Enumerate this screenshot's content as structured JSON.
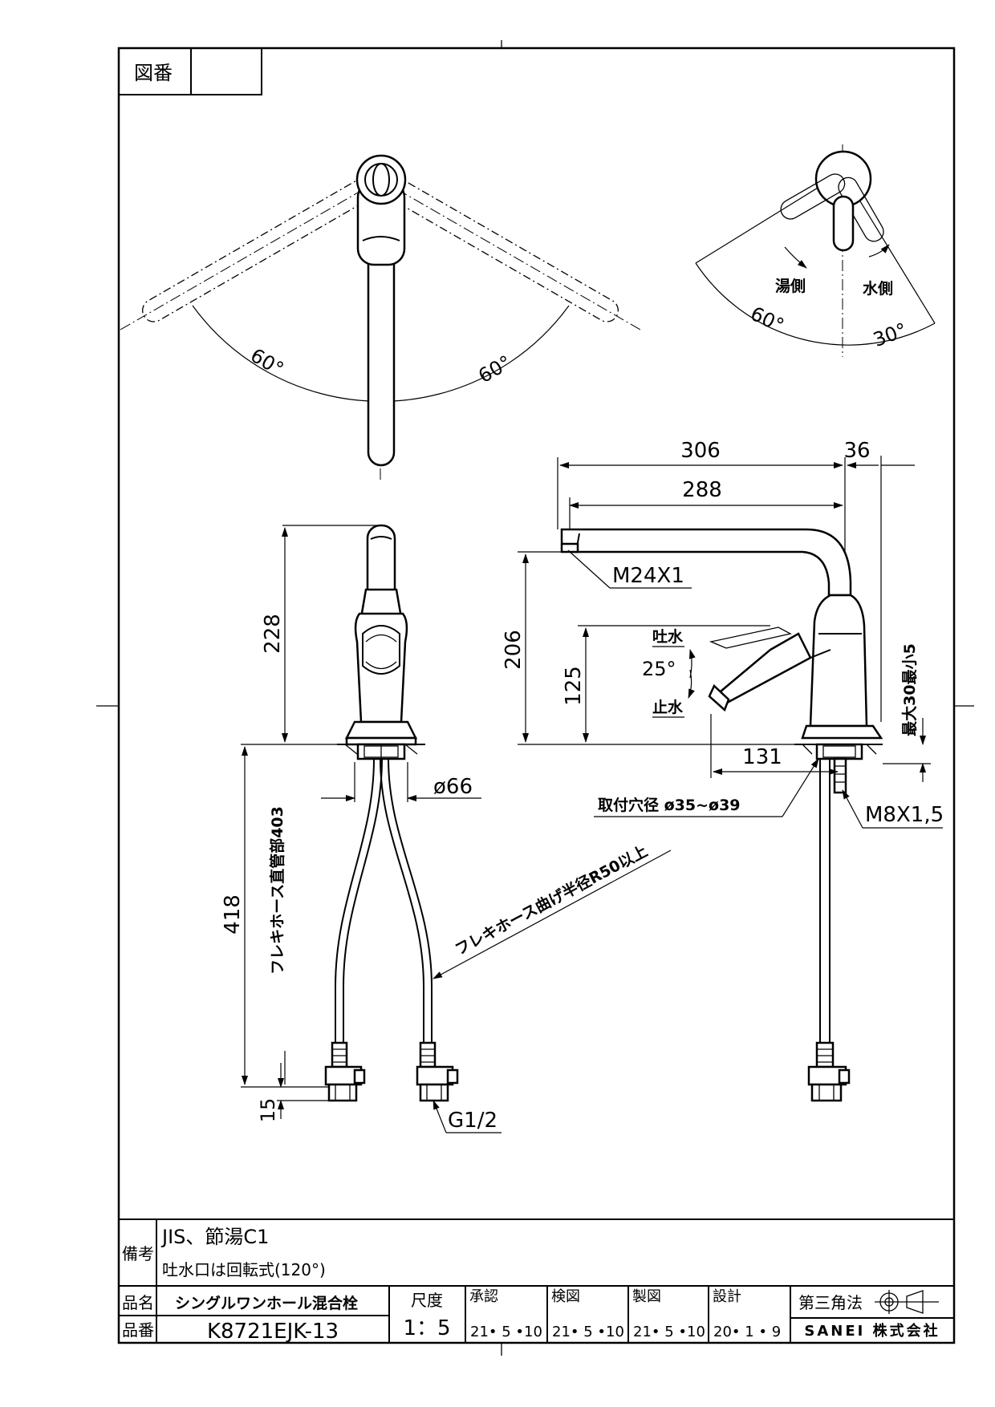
{
  "title_block": {
    "drawing_no_label": "図番",
    "drawing_no_value": "",
    "remarks_label": "備考",
    "remarks_line1": "JIS、節湯C1",
    "remarks_line2": "吐水口は回転式(120°)",
    "product_name_label": "品名",
    "product_name": "シングルワンホール混合栓",
    "product_no_label": "品番",
    "product_no": "K8721EJK-13",
    "scale_label": "尺度",
    "scale_value": "1：5",
    "approved_label": "承認",
    "approved_date": "21• 5 •10",
    "checked_label": "検図",
    "checked_date": "21• 5 •10",
    "drawn_label": "製図",
    "drawn_date": "21• 5 •10",
    "designed_label": "設計",
    "designed_date": "20• 1 • 9",
    "projection_label": "第三角法",
    "company": "SANEI 株式会社"
  },
  "annotations": {
    "top_view_left_angle": "60°",
    "top_view_right_angle": "60°",
    "handle_hot_side": "湯側",
    "handle_cold_side": "水側",
    "handle_hot_angle": "60°",
    "handle_cold_angle": "30°",
    "front_height": "228",
    "front_total_height": "418",
    "front_bottom": "15",
    "flexi_straight_label": "フレキホース直管部403",
    "diameter_base": "ø66",
    "flexi_bend_label": "フレキホース曲げ半径R50以上",
    "thread_g12": "G1/2",
    "side_reach_outer": "306",
    "side_reach_extra": "36",
    "side_reach_inner": "288",
    "spout_thread": "M24X1",
    "side_height": "206",
    "lever_height": "125",
    "lever_open": "吐水",
    "lever_angle": "25°",
    "lever_close": "止水",
    "counter_max": "最大30最小5",
    "base_offset": "131",
    "mount_hole": "取付穴径 ø35~ø39",
    "bolt_thread": "M8X1,5"
  }
}
